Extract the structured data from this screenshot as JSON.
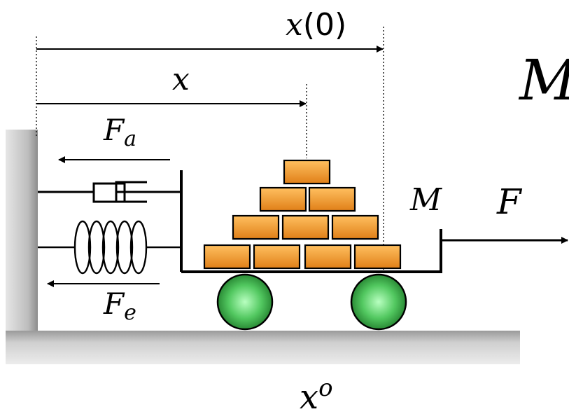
{
  "labels": {
    "x0_label": "x(0)",
    "x0_var": "x",
    "x0_arg": "(0)",
    "x_label": "x",
    "fa_label": "F",
    "fa_sub": "a",
    "fe_label": "F",
    "fe_sub": "e",
    "mass_label": "M",
    "mass_label_large": "M",
    "force_label": "F",
    "origin_label": "x",
    "origin_sup": "o"
  },
  "colors": {
    "brick": "#f0a030",
    "brick_dark": "#c06a10",
    "wheel_center": "#b8ffc0",
    "wheel_edge": "#1f7a2a",
    "ground": "#cfcfcf",
    "wall": "#bdbdbd"
  }
}
